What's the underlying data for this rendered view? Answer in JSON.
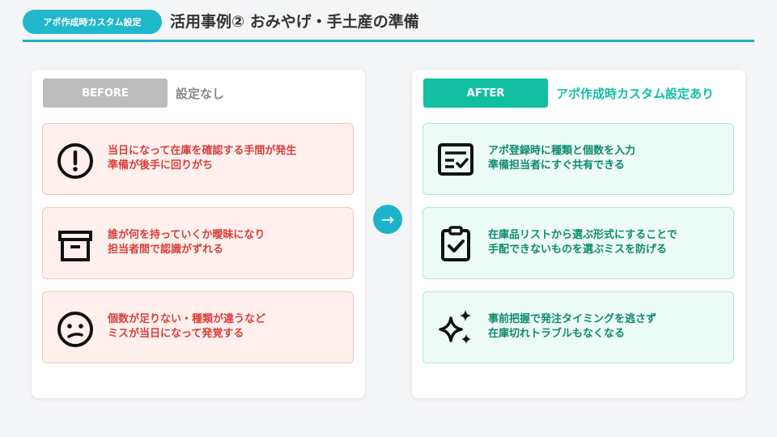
{
  "header": {
    "pill": "アポ作成時カスタム設定",
    "title": "活用事例② おみやげ・手土産の準備"
  },
  "arrow": "→",
  "before": {
    "tag": "BEFORE",
    "desc": "設定なし",
    "cards": [
      {
        "icon": "exclamation-circle-icon",
        "line1": "当日になって在庫を確認する手間が発生",
        "line2": "準備が後手に回りがち"
      },
      {
        "icon": "archive-box-icon",
        "line1": "誰が何を持っていくか曖昧になり",
        "line2": "担当者間で認識がずれる"
      },
      {
        "icon": "confused-face-icon",
        "line1": "個数が足りない・種類が違うなど",
        "line2": "ミスが当日になって発覚する"
      }
    ]
  },
  "after": {
    "tag": "AFTER",
    "desc": "アポ作成時カスタム設定あり",
    "cards": [
      {
        "icon": "checklist-form-icon",
        "line1": "アポ登録時に種類と個数を入力",
        "line2": "準備担当者にすぐ共有できる"
      },
      {
        "icon": "clipboard-check-icon",
        "line1": "在庫品リストから選ぶ形式にすることで",
        "line2": "手配できないものを選ぶミスを防げる"
      },
      {
        "icon": "sparkles-icon",
        "line1": "事前把握で発注タイミングを逃さず",
        "line2": "在庫切れトラブルもなくなる"
      }
    ]
  },
  "colors": {
    "accent": "#1bb3c9",
    "after_green": "#12bfa3",
    "before_red": "#d8403a",
    "after_text": "#0f8a6e"
  }
}
